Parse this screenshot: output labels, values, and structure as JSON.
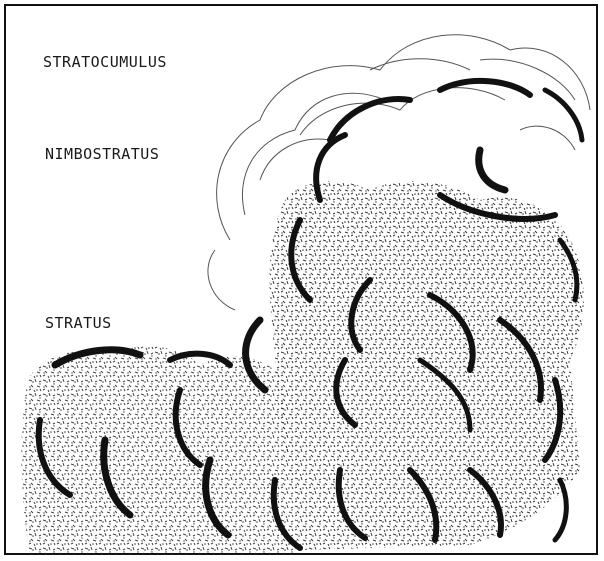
{
  "diagram": {
    "labels": {
      "stratocumulus": "STRATOCUMULUS",
      "nimbostratus": "NIMBOSTRATUS",
      "stratus": "STRATUS"
    },
    "colors": {
      "ink": "#111111",
      "outline": "#555555",
      "background": "#ffffff"
    }
  }
}
